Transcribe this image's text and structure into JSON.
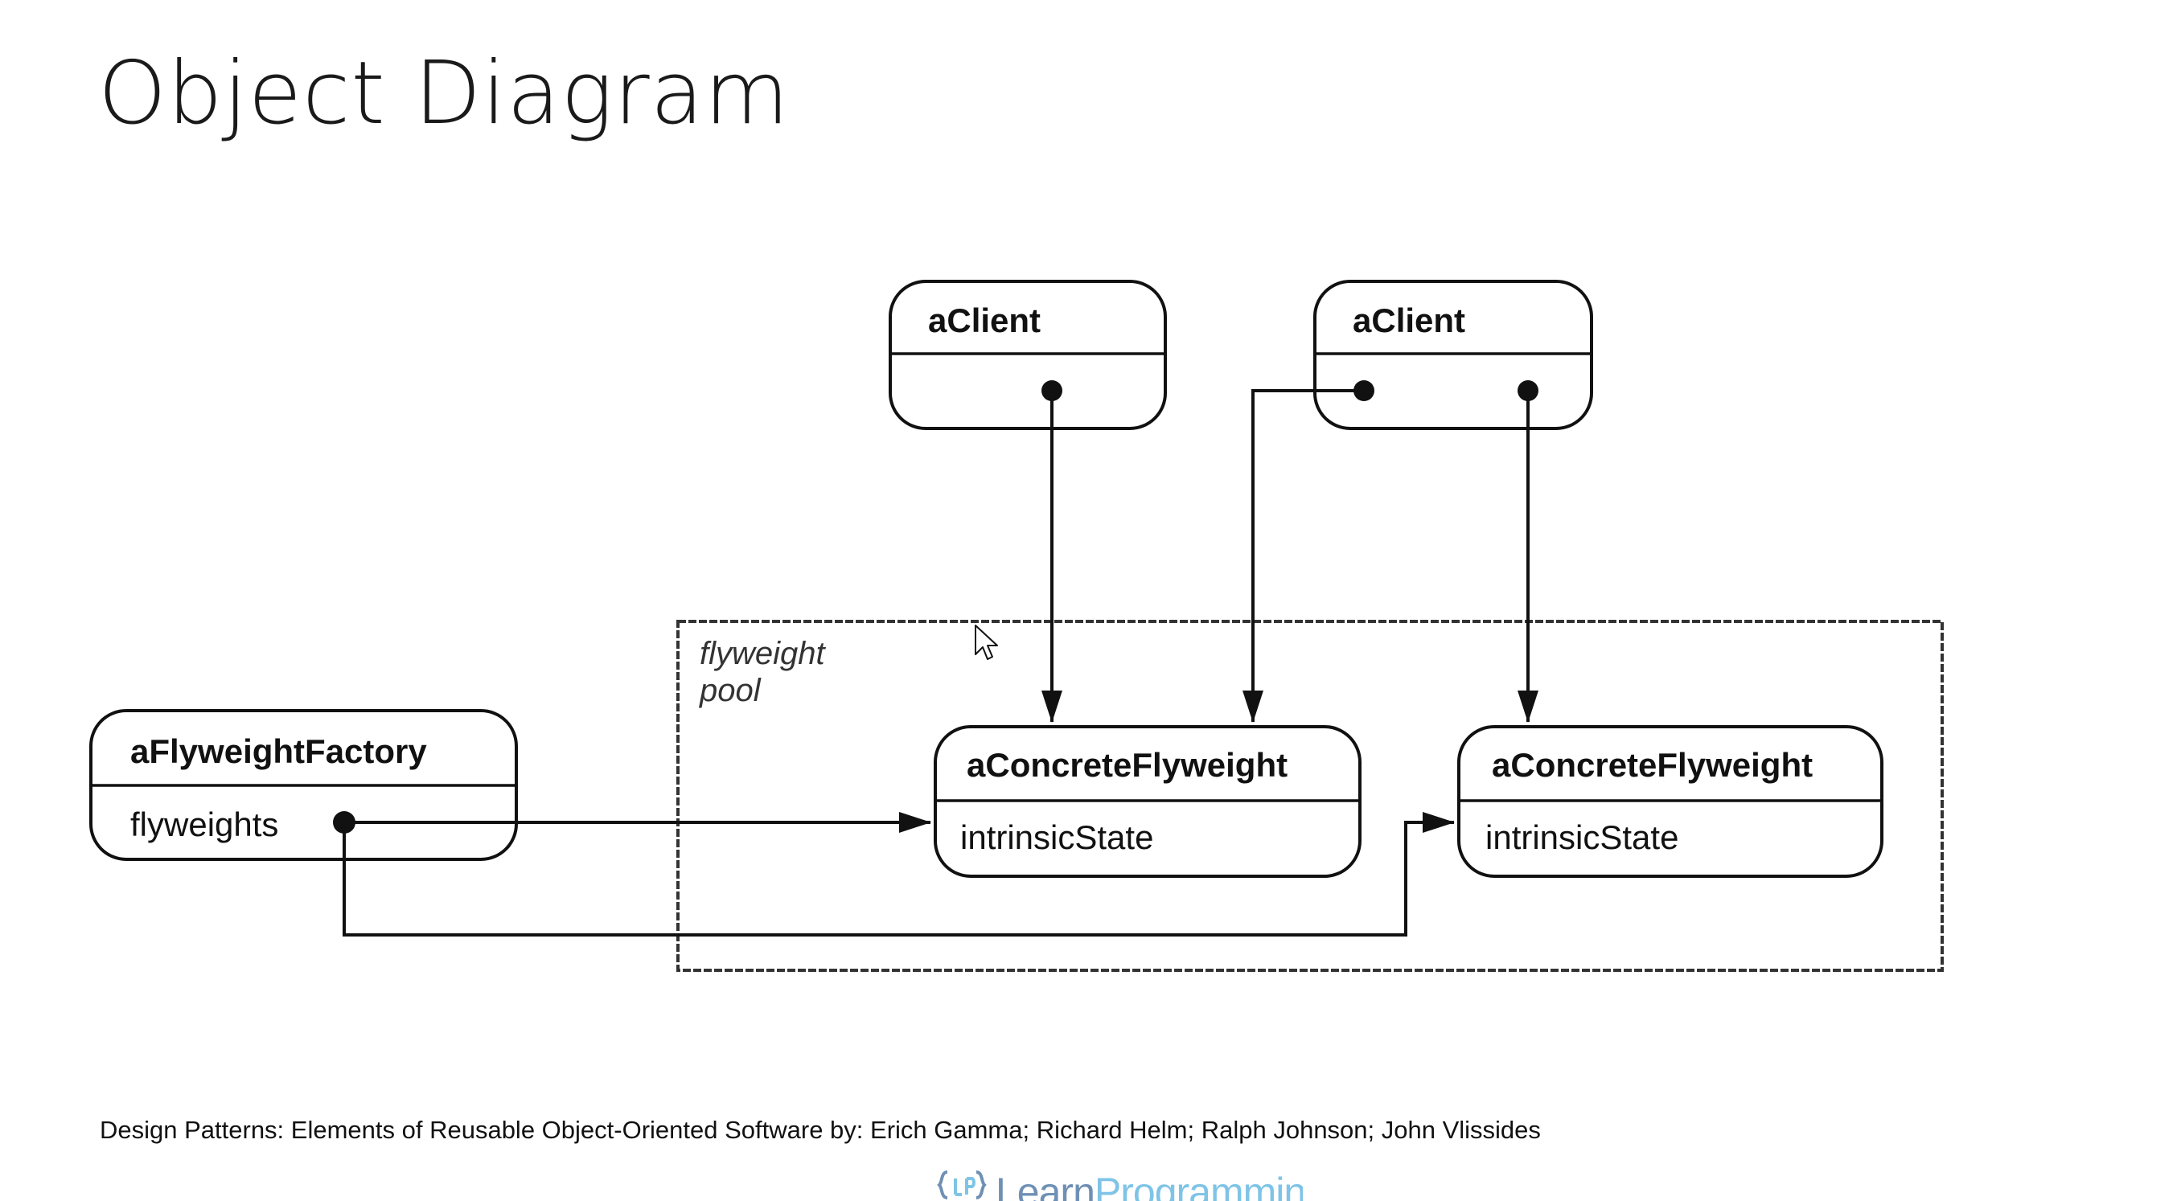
{
  "slide": {
    "title": "Object Diagram",
    "citation": "Design Patterns: Elements of Reusable Object-Oriented Software by: Erich Gamma; Richard Helm; Ralph Johnson; John Vlissides"
  },
  "diagram": {
    "pool_label_line1": "flyweight",
    "pool_label_line2": "pool",
    "objects": {
      "client_1": {
        "name": "aClient"
      },
      "client_2": {
        "name": "aClient"
      },
      "factory": {
        "name": "aFlyweightFactory",
        "attribute": "flyweights"
      },
      "concrete_1": {
        "name": "aConcreteFlyweight",
        "attribute": "intrinsicState"
      },
      "concrete_2": {
        "name": "aConcreteFlyweight",
        "attribute": "intrinsicState"
      }
    }
  },
  "footer": {
    "logo_text_a": "Learn",
    "logo_text_b": "Programming"
  },
  "colors": {
    "line": "#111111",
    "logo_primary": "#6f90b4",
    "logo_accent": "#7fc4e6"
  },
  "icons": {
    "cursor": "mouse-pointer-icon",
    "logo": "learnprogramming-logo-icon"
  }
}
